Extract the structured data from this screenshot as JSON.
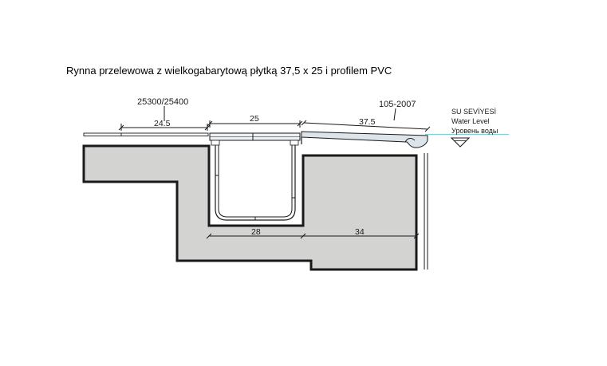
{
  "title": "Rynna przelewowa z wielkogabarytową płytką 37,5 x 25 i profilem PVC",
  "labels": {
    "part_left": "25300/25400",
    "part_right": "105-2007",
    "dim_left_tile": "24.5",
    "dim_grate": "25",
    "dim_slope_tile": "37.5",
    "dim_channel": "28",
    "dim_wall": "34",
    "water_tr": "SU SEVİYESİ",
    "water_en": "Water Level",
    "water_ru": "Уровень воды"
  },
  "colors": {
    "concrete": "#d3d3d1",
    "outline": "#1a1a1a",
    "tile": "#dde4ea",
    "water_line": "#7fd0d6"
  }
}
